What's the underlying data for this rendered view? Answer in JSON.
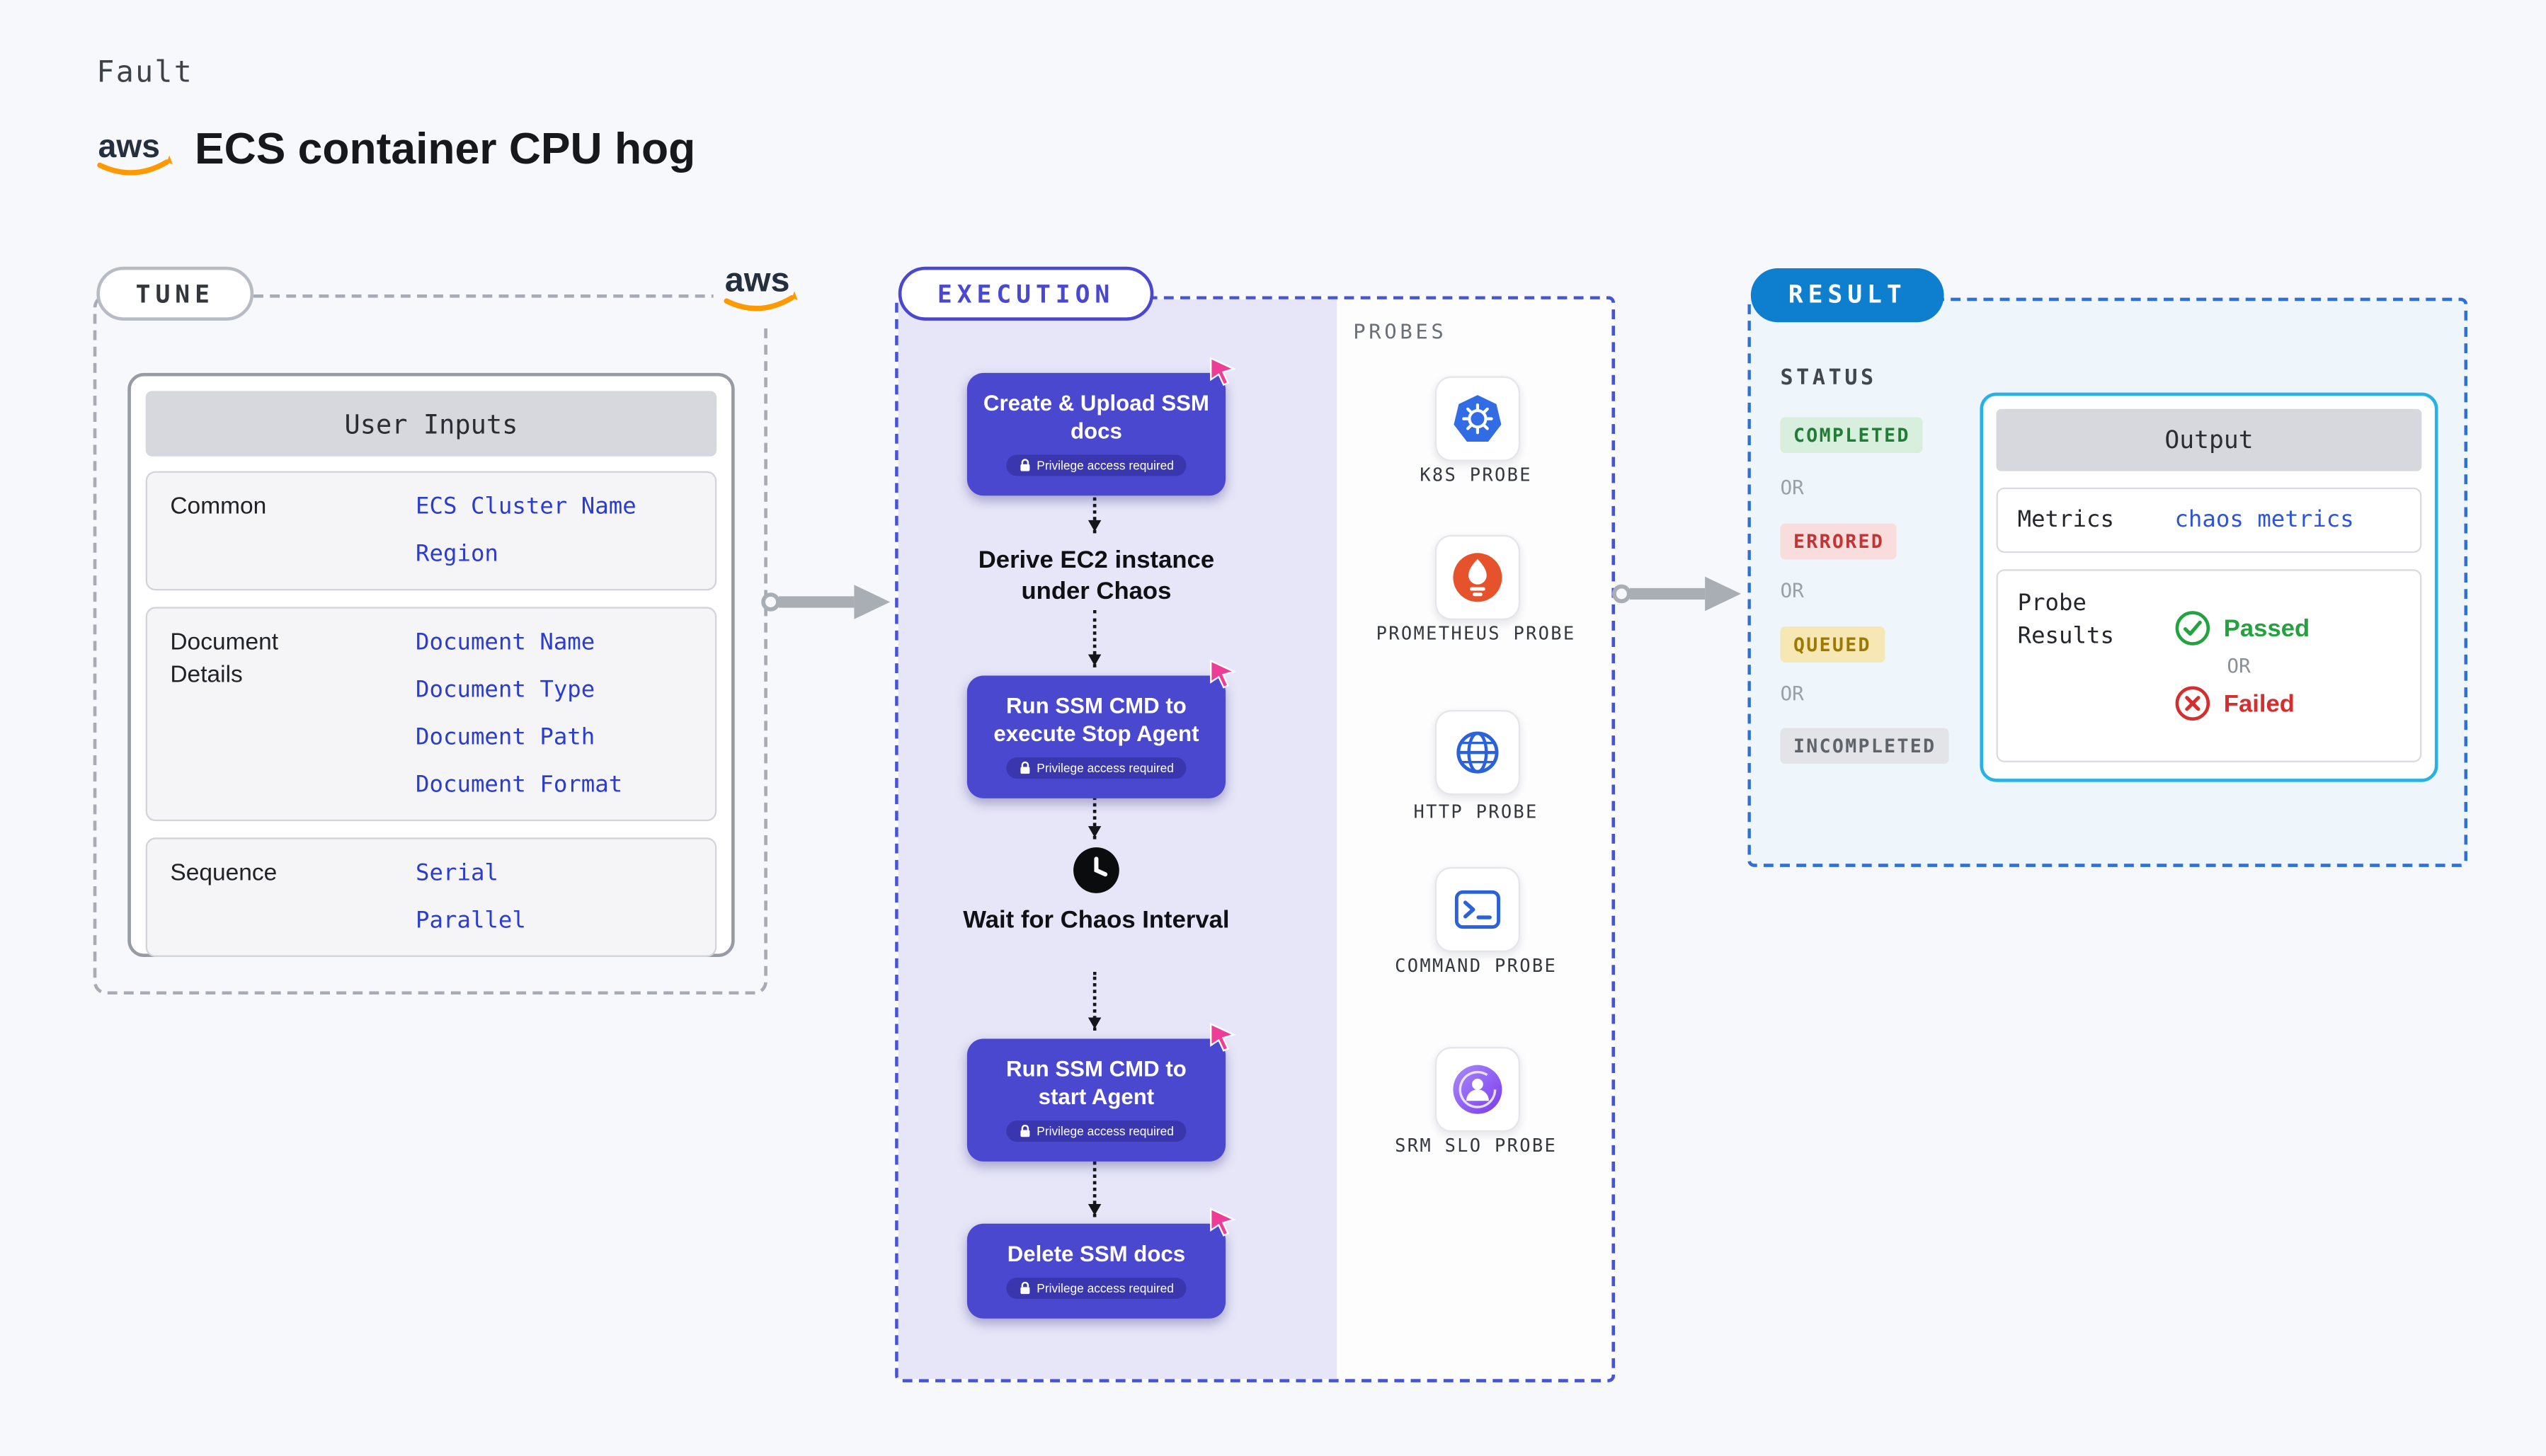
{
  "header": {
    "kind": "Fault",
    "title": "ECS container CPU hog",
    "brand": "aws"
  },
  "tune": {
    "pill": "TUNE",
    "user_inputs": {
      "header": "User Inputs",
      "groups": [
        {
          "label": "Common",
          "values": [
            "ECS Cluster Name",
            "Region"
          ]
        },
        {
          "label": "Document Details",
          "values": [
            "Document Name",
            "Document Type",
            "Document Path",
            "Document Format"
          ]
        },
        {
          "label": "Sequence",
          "values": [
            "Serial",
            "Parallel"
          ]
        }
      ]
    }
  },
  "execution": {
    "pill": "EXECUTION",
    "privilege_badge": "Privilege access required",
    "steps": [
      {
        "type": "action",
        "label": "Create & Upload SSM docs"
      },
      {
        "type": "note",
        "label": "Derive EC2 instance under Chaos"
      },
      {
        "type": "action",
        "label": "Run SSM CMD to execute Stop Agent"
      },
      {
        "type": "wait",
        "label": "Wait for Chaos Interval"
      },
      {
        "type": "action",
        "label": "Run SSM CMD to start Agent"
      },
      {
        "type": "action",
        "label": "Delete SSM docs"
      }
    ],
    "probes_label": "PROBES",
    "probes": [
      {
        "label": "K8S PROBE",
        "icon": "kubernetes-icon"
      },
      {
        "label": "PROMETHEUS PROBE",
        "icon": "prometheus-icon"
      },
      {
        "label": "HTTP PROBE",
        "icon": "globe-icon"
      },
      {
        "label": "COMMAND PROBE",
        "icon": "terminal-icon"
      },
      {
        "label": "SRM SLO PROBE",
        "icon": "srm-slo-icon"
      }
    ]
  },
  "result": {
    "pill": "RESULT",
    "status": {
      "label": "STATUS",
      "separator": "OR",
      "badges": [
        {
          "label": "COMPLETED",
          "bg": "#d9efdd",
          "fg": "#1f7d37"
        },
        {
          "label": "ERRORED",
          "bg": "#f9dcdc",
          "fg": "#c43434"
        },
        {
          "label": "QUEUED",
          "bg": "#f6e7b4",
          "fg": "#9c7a00"
        },
        {
          "label": "INCOMPLETED",
          "bg": "#e3e4e8",
          "fg": "#5f646b"
        }
      ]
    },
    "output": {
      "header": "Output",
      "metrics_label": "Metrics",
      "metrics_value": "chaos metrics",
      "probe_results_label": "Probe Results",
      "passed": "Passed",
      "separator": "OR",
      "failed": "Failed"
    }
  },
  "colors": {
    "action_button": "#4a48cf",
    "execution_accent": "#4a47d1",
    "execution_panel": "#e7e6f8",
    "result_pill": "#0e7ece",
    "result_panel": "#eef6fb",
    "output_border": "#29b1e6",
    "link_blue": "#2b3cd0",
    "aws_orange": "#ff9900",
    "cursor_pink": "#ee3d96",
    "passed_green": "#23a33f",
    "failed_red": "#d32f2f"
  }
}
